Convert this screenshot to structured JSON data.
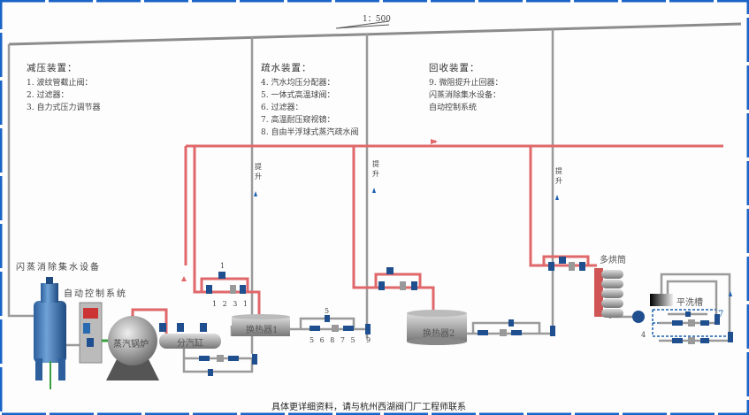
{
  "scale": "1：500",
  "reduce": {
    "title": "减压装置：",
    "items": [
      "1. 波纹管截止阀：",
      "2. 过滤器：",
      "3. 自力式压力调节器"
    ]
  },
  "drain": {
    "title": "疏水装置：",
    "items": [
      "4. 汽水均压分配器：",
      "5. 一体式高温球阀：",
      "6. 过滤器：",
      "7. 高温耐压窥视镜：",
      "8. 自由半浮球式蒸汽疏水阀"
    ]
  },
  "recovery": {
    "title": "回收装置：",
    "items": [
      "9. 微阻提升止回器：",
      "闪蒸消除集水设备：",
      "自动控制系统"
    ]
  },
  "lift_label": "提升",
  "equipment": {
    "flash": "闪蒸消除集水设备",
    "control": "自动控制系统",
    "boiler": "蒸汽锅炉",
    "header": "分汽缸",
    "hx1": "换热器1",
    "hx2": "换热器2",
    "dryer": "多烘筒",
    "wash": "平洗槽"
  },
  "numbers": {
    "n1": "1",
    "group1": "1 2 3 1",
    "n5": "5",
    "group2": "5 6 8 7 5",
    "n9": "9",
    "n4": "4",
    "n7": "7"
  },
  "footer": "具体更详细资料，请与杭州西湖阀门厂工程师联系",
  "colors": {
    "steam": "#e0686a",
    "condensate": "#9a9a9a",
    "valve": "#1f4f8f",
    "frame": "#1a64c8"
  }
}
